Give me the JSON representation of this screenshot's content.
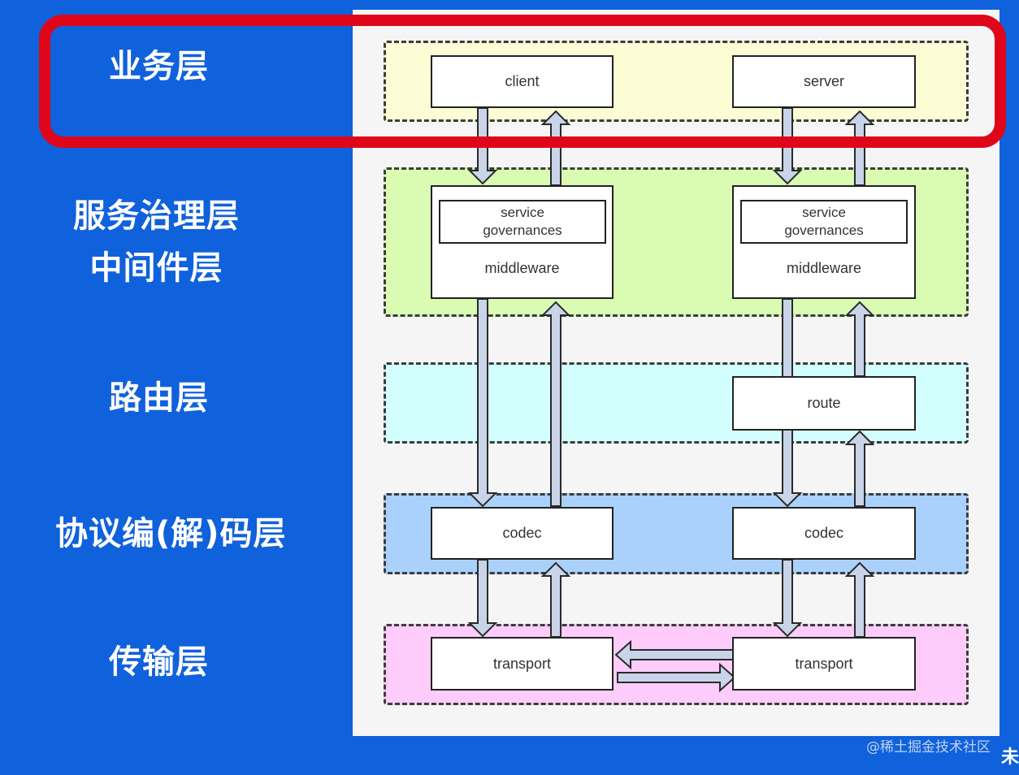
{
  "layers": {
    "business": "业务层",
    "governance_line1": "服务治理层",
    "governance_line2": "中间件层",
    "routing": "路由层",
    "codec": "协议编(解)码层",
    "transport": "传输层"
  },
  "nodes": {
    "client": "client",
    "server": "server",
    "left_gov_line1": "service",
    "left_gov_line2": "governances",
    "left_middleware": "middleware",
    "right_gov_line1": "service",
    "right_gov_line2": "governances",
    "right_middleware": "middleware",
    "route": "route",
    "left_codec": "codec",
    "right_codec": "codec",
    "left_transport": "transport",
    "right_transport": "transport"
  },
  "colors": {
    "background": "#1061DC",
    "business_band": "#FCFCD5",
    "governance_band": "#D9FBB2",
    "routing_band": "#D3FEFE",
    "codec_band": "#A9D1FB",
    "transport_band": "#FDCCFB",
    "arrow_fill": "#C9D4E8",
    "highlight": "#E0061A"
  },
  "watermark": "@稀土掘金技术社区",
  "corner_text": "未"
}
